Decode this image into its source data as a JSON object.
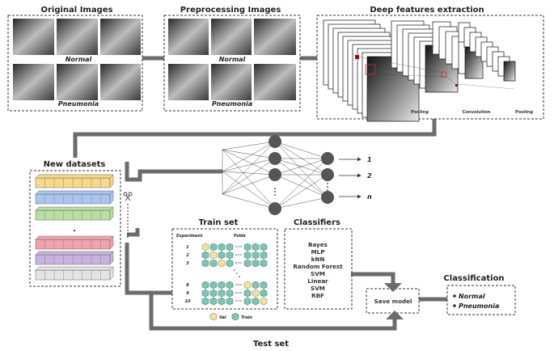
{
  "panels": {
    "original": {
      "title": "Original Images",
      "row1_label": "Normal",
      "row2_label": "Pneumonia"
    },
    "preprocessing": {
      "title": "Preprocessing Images",
      "row1_label": "Normal",
      "row2_label": "Pneumonia"
    },
    "deep_features": {
      "title": "Deep features extraction",
      "labels": [
        "Pooling",
        "Convolution",
        "Pooling"
      ]
    }
  },
  "new_datasets": {
    "title": "New datasets",
    "ellipsis": ".",
    "band_colors": [
      "#f6d98a",
      "#a9c5ee",
      "#b9dea4",
      "#f1a3ad",
      "#c8b3e0",
      "#e3e3e3"
    ]
  },
  "network": {
    "outputs": [
      "1",
      "2",
      "n"
    ]
  },
  "train_set": {
    "title": "Train set",
    "col_experiment": "Experiment",
    "col_folds": "Folds",
    "experiments": [
      "1",
      "2",
      "3",
      "8",
      "9",
      "10"
    ],
    "legend_val": "Val",
    "legend_train": "Train",
    "val_color": "#f1e39a",
    "train_color": "#7fc3b5"
  },
  "classifiers": {
    "title": "Classifiers",
    "items": [
      "Bayes",
      "MLP",
      "kNN",
      "Random Forest",
      "SVM",
      "Linear",
      "SVM",
      "RBF"
    ]
  },
  "save_model": {
    "label": "Save model"
  },
  "classification": {
    "title": "Classification",
    "items": [
      "Normal",
      "Pneumonia"
    ]
  },
  "test_set": {
    "label": "Test set"
  }
}
